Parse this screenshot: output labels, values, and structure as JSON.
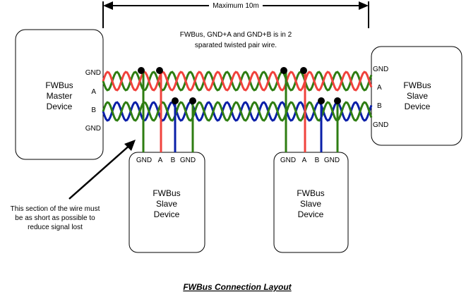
{
  "dimension": {
    "label": "Maximum 10m"
  },
  "note_top": {
    "line1": "FWBus, GND+A and GND+B is in 2",
    "line2": "sparated twisted pair wire."
  },
  "master": {
    "line1": "FWBus",
    "line2": "Master",
    "line3": "Device",
    "pins": [
      "GND",
      "A",
      "B",
      "GND"
    ]
  },
  "slave_right": {
    "line1": "FWBus",
    "line2": "Slave",
    "line3": "Device",
    "pins": [
      "GND",
      "A",
      "B",
      "GND"
    ]
  },
  "slave_mid_left": {
    "line1": "FWBus",
    "line2": "Slave",
    "line3": "Device",
    "pins": [
      "GND",
      "A",
      "B",
      "GND"
    ]
  },
  "slave_mid_right": {
    "line1": "FWBus",
    "line2": "Slave",
    "line3": "Device",
    "pins": [
      "GND",
      "A",
      "B",
      "GND"
    ]
  },
  "note_bottom": {
    "line1": "This section of the wire must",
    "line2": "be as short as possible to",
    "line3": "reduce signal lost"
  },
  "caption": "FWBus Connection Layout",
  "colors": {
    "gnd": "#2e7d12",
    "a": "#f0423c",
    "b": "#0a1fa8"
  }
}
